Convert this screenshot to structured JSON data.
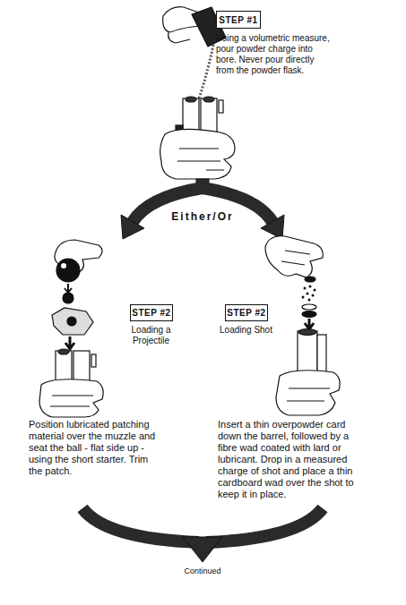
{
  "diagram": {
    "nodes": [
      {
        "text": [
          "STEP #1"
        ]
      },
      {
        "text": [
          "STEP #2",
          "Loading a Projectile"
        ]
      },
      {
        "text": [
          "STEP #2",
          "Loading Shot"
        ]
      }
    ],
    "labels": [
      "Using a volumetric measure, pour powder charge into bore. Never pour directly from the powder flask.",
      "Either/Or",
      "Position lubricated patching material over the muzzle and seat the ball - flat side up - using the short starter. Trim the patch.",
      "Insert a thin overpowder card down the barrel, followed by a fibre wad coated with lard or lubricant. Drop in a measured charge of shot and place a thin cardboard wad over the shot to keep it in place.",
      "Continued"
    ]
  }
}
